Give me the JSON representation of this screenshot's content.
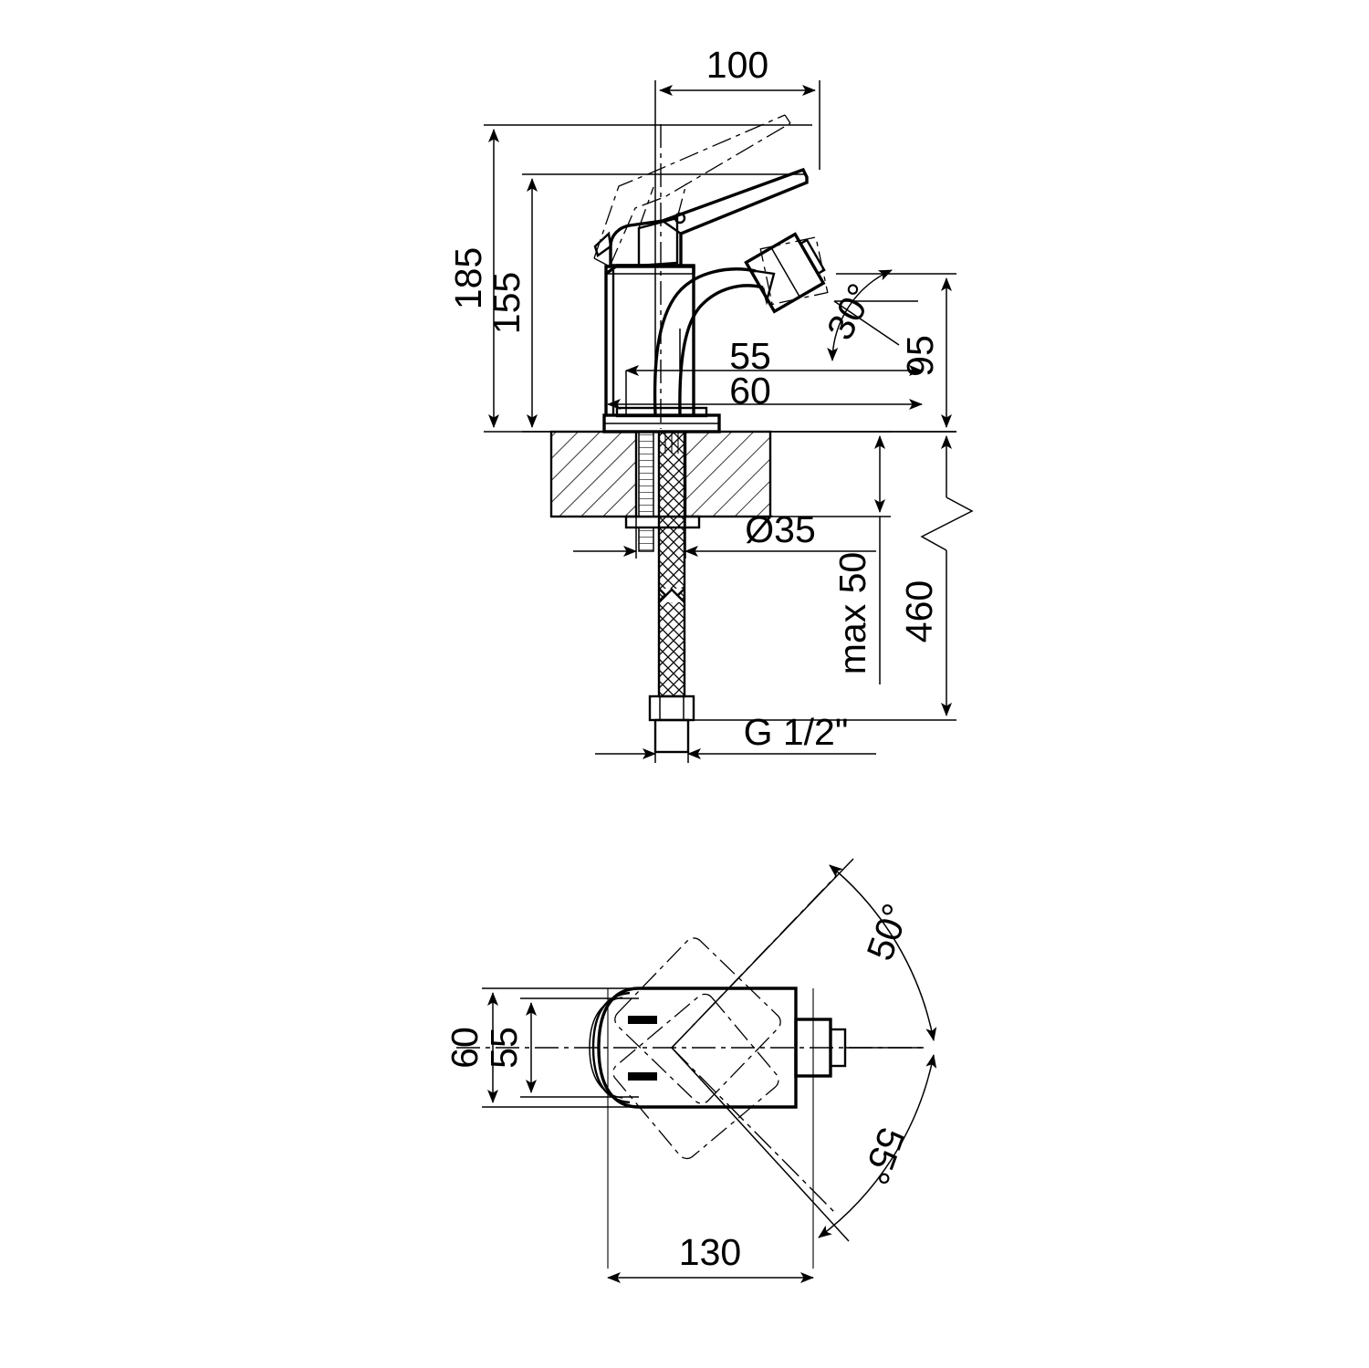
{
  "drawing": {
    "title": "Bidet mixer tap technical dimension drawing",
    "units": "mm",
    "views": [
      {
        "id": "side-elevation",
        "name": "Side elevation view"
      },
      {
        "id": "top-plan",
        "name": "Top plan view"
      }
    ]
  },
  "side_view": {
    "dimensions": {
      "spout_reach_top": "100",
      "total_height": "185",
      "handle_height": "155",
      "spout_projection_inner": "55",
      "spout_projection_outer": "60",
      "aerator_height": "95",
      "aerator_swivel_angle": "30°",
      "mount_hole_diameter": "Ø35",
      "max_countertop_thickness": "max 50",
      "hose_length": "460",
      "thread_size": "G 1/2\""
    }
  },
  "top_view": {
    "dimensions": {
      "body_width_outer": "60",
      "body_width_inner": "55",
      "lever_swing_left": "50°",
      "lever_swing_right": "55°",
      "overall_depth": "130"
    }
  },
  "style": {
    "line_color": "#000000",
    "background": "#ffffff"
  }
}
